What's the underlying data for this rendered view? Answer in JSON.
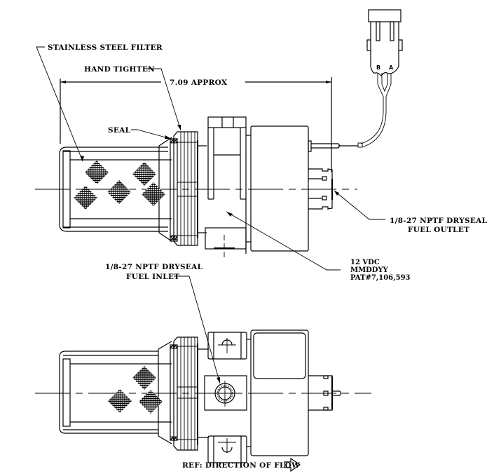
{
  "drawing": {
    "title": "Fuel Pump Assembly Drawing",
    "labels": {
      "filter": "STAINLESS STEEL FILTER",
      "hand_tighten": "HAND TIGHTEN",
      "dimension": "7.09 APPROX",
      "seal": "SEAL",
      "outlet_line1": "1/8-27 NPTF DRYSEAL",
      "outlet_line2": "FUEL OUTLET",
      "rating_line1": "12 VDC",
      "rating_line2": "MMDDYY",
      "rating_line3": "PAT#7,106,593",
      "inlet_line1": "1/8-27 NPTF DRYSEAL",
      "inlet_line2": "FUEL INLET",
      "flow": "REF: DIRECTION OF FLOW"
    },
    "connector_pins": [
      "B",
      "A"
    ],
    "icons": {
      "flow_arrow": "outline-right-arrow-icon"
    }
  }
}
